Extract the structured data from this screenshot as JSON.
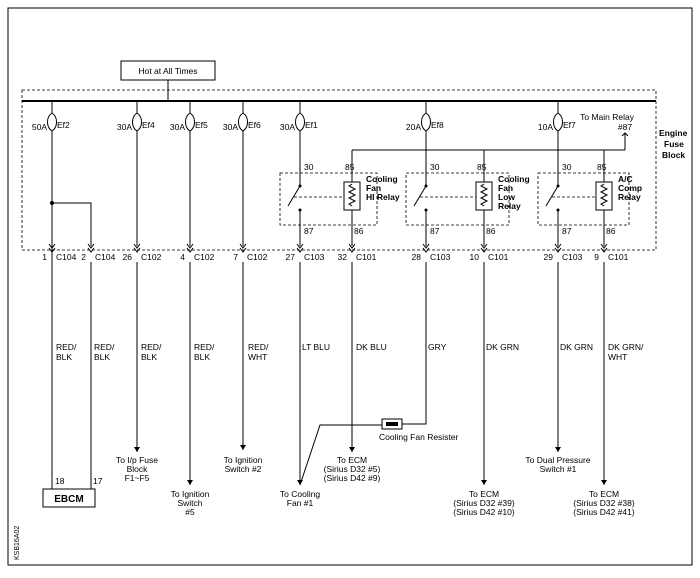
{
  "hot_at_all_times": "Hot at All Times",
  "engine_fuse_block": [
    "Engine",
    "Fuse",
    "Block"
  ],
  "to_main_relay": [
    "To Main Relay",
    "#87"
  ],
  "fuses": [
    {
      "amp": "50A",
      "name": "Ef2"
    },
    {
      "amp": "30A",
      "name": "Ef4"
    },
    {
      "amp": "30A",
      "name": "Ef5"
    },
    {
      "amp": "30A",
      "name": "Ef6"
    },
    {
      "amp": "30A",
      "name": "Ef1"
    },
    {
      "amp": "20A",
      "name": "Ef8"
    },
    {
      "amp": "10A",
      "name": "Ef7"
    }
  ],
  "relays": [
    {
      "label": [
        "Cooling",
        "Fan",
        "HI Relay"
      ],
      "pins": [
        "30",
        "85",
        "87",
        "86"
      ]
    },
    {
      "label": [
        "Cooling",
        "Fan",
        "Low",
        "Relay"
      ],
      "pins": [
        "30",
        "85",
        "87",
        "86"
      ]
    },
    {
      "label": [
        "A/C",
        "Comp",
        "Relay"
      ],
      "pins": [
        "30",
        "85",
        "87",
        "86"
      ]
    }
  ],
  "connectors": [
    {
      "pin": "1",
      "conn": "C104"
    },
    {
      "pin": "2",
      "conn": "C104"
    },
    {
      "pin": "26",
      "conn": "C102"
    },
    {
      "pin": "4",
      "conn": "C102"
    },
    {
      "pin": "7",
      "conn": "C102"
    },
    {
      "pin": "27",
      "conn": "C103"
    },
    {
      "pin": "32",
      "conn": "C101"
    },
    {
      "pin": "28",
      "conn": "C103"
    },
    {
      "pin": "10",
      "conn": "C101"
    },
    {
      "pin": "29",
      "conn": "C103"
    },
    {
      "pin": "9",
      "conn": "C101"
    }
  ],
  "wire_colors": [
    [
      "RED/",
      "BLK"
    ],
    [
      "RED/",
      "BLK"
    ],
    [
      "RED/",
      "BLK"
    ],
    [
      "RED/",
      "BLK"
    ],
    [
      "RED/",
      "WHT"
    ],
    [
      "LT BLU"
    ],
    [
      "DK BLU"
    ],
    [
      "GRY"
    ],
    [
      "DK GRN"
    ],
    [
      "DK GRN"
    ],
    [
      "DK GRN/",
      "WHT"
    ]
  ],
  "destinations": [
    [
      "To I/p Fuse",
      "Block",
      "F1~F5"
    ],
    [
      "To Ignition",
      "Switch",
      "#5"
    ],
    [
      "To Ignition",
      "Switch #2"
    ],
    [
      "To Cooling",
      "Fan #1"
    ],
    [
      "To ECM",
      "(Sirius D32 #5)",
      "(Sirius D42 #9)"
    ],
    [
      "To ECM",
      "(Sirius D32 #39)",
      "(Sirius D42 #10)"
    ],
    [
      "To Dual Pressure",
      "Switch #1"
    ],
    [
      "To ECM",
      "(Sirius D32 #38)",
      "(Sirius D42 #41)"
    ]
  ],
  "resister_label": "Cooling Fan Resister",
  "ebcm": {
    "label": "EBCM",
    "pin_left": "18",
    "pin_right": "17"
  },
  "figure_code": "KSB16A02"
}
